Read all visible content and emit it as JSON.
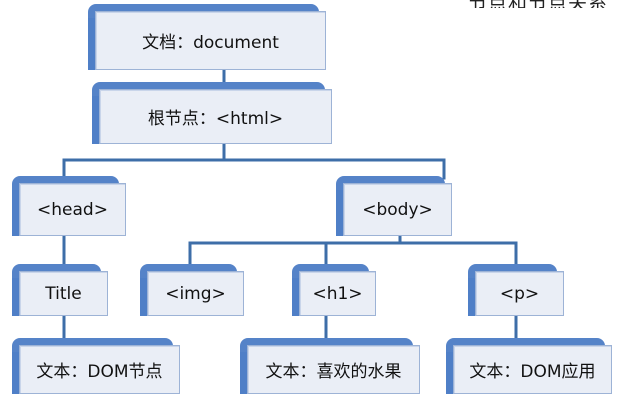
{
  "corner_text": "节点和节点关系",
  "nodes": {
    "document": "文档：document",
    "html": "根节点：<html>",
    "head": "<head>",
    "body": "<body>",
    "title": "Title",
    "img": "<img>",
    "h1": "<h1>",
    "p": "<p>",
    "text_dom_node": "文本：DOM节点",
    "text_fruit": "文本：喜欢的水果",
    "text_dom_app": "文本：DOM应用"
  },
  "colors": {
    "accent": "#4f7fc7",
    "connector": "#3e6ea8",
    "box_fill": "#eaeef6"
  }
}
